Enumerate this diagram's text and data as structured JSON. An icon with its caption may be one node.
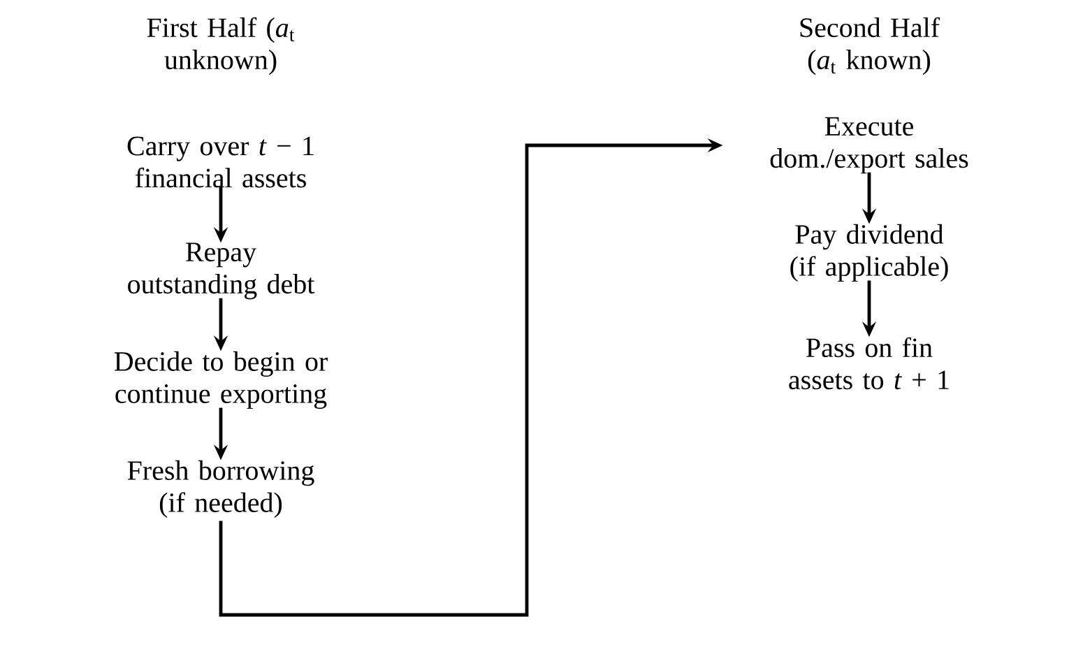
{
  "diagram": {
    "nodes": [
      {
        "text": [
          "Carry over *t* − 1 financial assets"
        ]
      },
      {
        "text": [
          "Repay outstanding debt"
        ]
      },
      {
        "text": [
          "Decide to begin or continue exporting"
        ]
      },
      {
        "text": [
          "Fresh borrowing (if needed)"
        ]
      },
      {
        "text": [
          "Execute dom./export sales"
        ]
      },
      {
        "text": [
          "Pay dividend (if applicable)"
        ]
      },
      {
        "text": [
          "Pass on fin assets to *t* + 1"
        ]
      }
    ],
    "edges": [
      {
        "from": 0,
        "to": 1,
        "arrow": "to"
      },
      {
        "from": 1,
        "to": 2,
        "arrow": "to"
      },
      {
        "from": 2,
        "to": 3,
        "arrow": "to"
      },
      {
        "from": 3,
        "to": 4,
        "arrow": "to"
      },
      {
        "from": 4,
        "to": 5,
        "arrow": "to"
      },
      {
        "from": 5,
        "to": 6,
        "arrow": "to"
      }
    ],
    "labels": [
      "First Half (*a*$_{t}$ unknown)",
      "Second Half (*a*$_{t}$ known)"
    ]
  }
}
